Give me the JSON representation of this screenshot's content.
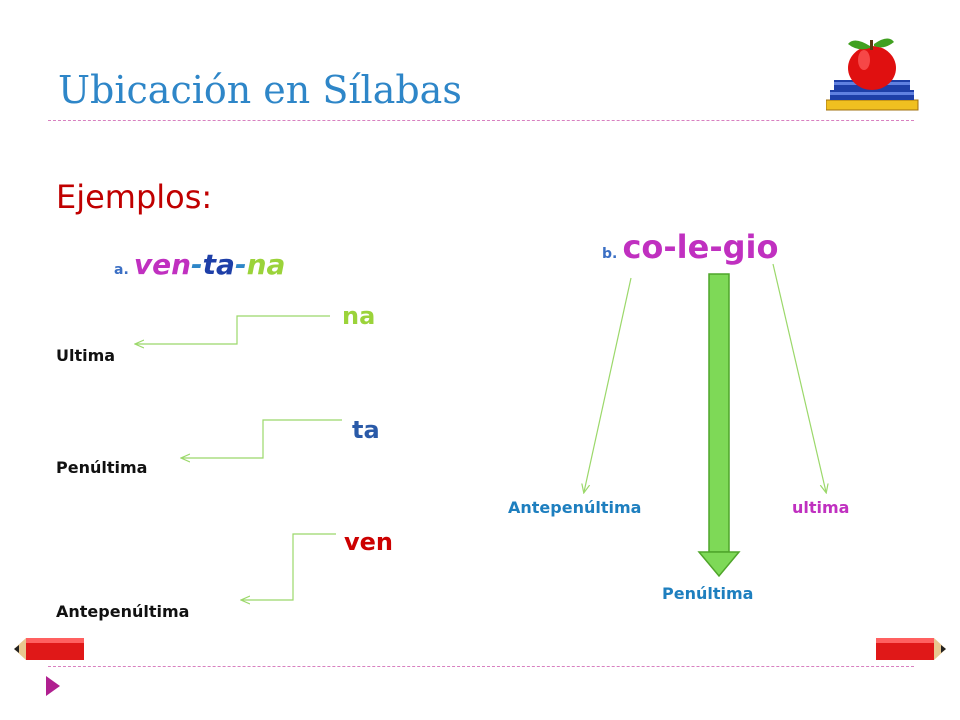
{
  "title": "Ubicación en Sílabas",
  "heading": "Ejemplos:",
  "example_a": {
    "marker": "a.",
    "parts": [
      "ven",
      "-",
      "ta",
      "-",
      "na"
    ],
    "syllables": {
      "na": "na",
      "ta": "ta",
      "ven": "ven"
    },
    "labels": {
      "ultima": "Ultima",
      "penultima": "Penúltima",
      "antepenultima": "Antepenúltima"
    }
  },
  "example_b": {
    "marker": "b.",
    "word": "co-le-gio",
    "labels": {
      "antepenultima": "Antepenúltima",
      "ultima": "ultima",
      "penultima": "Penúltima"
    }
  },
  "colors": {
    "title": "#2e86c8",
    "heading": "#c00000",
    "accent_magenta": "#c030c0",
    "arrow_green": "#7ed957"
  },
  "icons": [
    "apple-books-icon",
    "pencil-icon",
    "bullet-triangle-icon"
  ]
}
